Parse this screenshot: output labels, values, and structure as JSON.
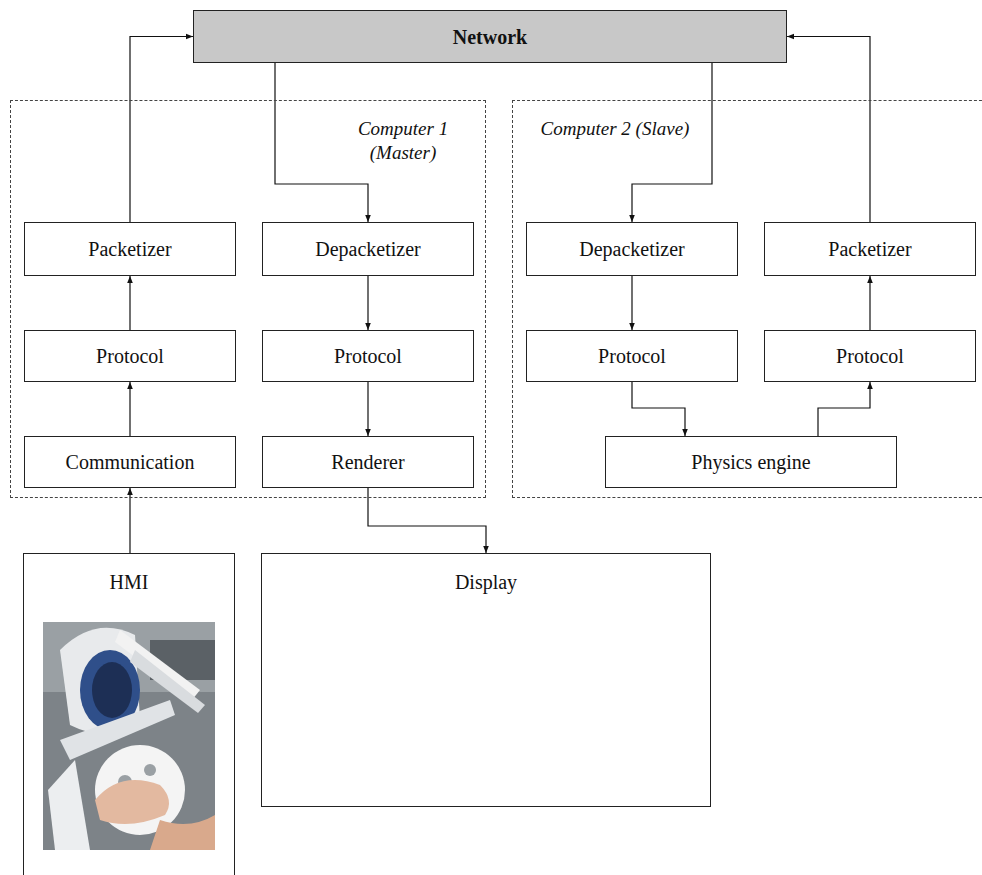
{
  "diagram": {
    "nodes": [
      {
        "text": [
          "Network"
        ]
      },
      {
        "text": [
          "Computer 1 (Master)"
        ]
      },
      {
        "text": [
          "Packetizer"
        ],
        "in": 1
      },
      {
        "text": [
          "Depacketizer"
        ],
        "in": 1
      },
      {
        "text": [
          "Protocol"
        ],
        "in": 1
      },
      {
        "text": [
          "Protocol"
        ],
        "in": 1
      },
      {
        "text": [
          "Communication"
        ],
        "in": 1
      },
      {
        "text": [
          "Renderer"
        ],
        "in": 1
      },
      {
        "text": [
          "Computer 2 (Slave)"
        ]
      },
      {
        "text": [
          "Depacketizer"
        ],
        "in": 8
      },
      {
        "text": [
          "Packetizer"
        ],
        "in": 8
      },
      {
        "text": [
          "Protocol"
        ],
        "in": 8
      },
      {
        "text": [
          "Protocol"
        ],
        "in": 8
      },
      {
        "text": [
          "Physics engine"
        ],
        "in": 8
      },
      {
        "text": [
          "HMI"
        ]
      },
      {
        "text": [
          "Display"
        ]
      }
    ],
    "edges": [
      {
        "from": 14,
        "to": 6,
        "arrow": "to"
      },
      {
        "from": 6,
        "to": 4,
        "arrow": "to"
      },
      {
        "from": 4,
        "to": 2,
        "arrow": "to"
      },
      {
        "from": 2,
        "to": 0,
        "arrow": "to"
      },
      {
        "from": 0,
        "to": 3,
        "arrow": "to"
      },
      {
        "from": 3,
        "to": 5,
        "arrow": "to"
      },
      {
        "from": 5,
        "to": 7,
        "arrow": "to"
      },
      {
        "from": 7,
        "to": 15,
        "arrow": "to"
      },
      {
        "from": 0,
        "to": 9,
        "arrow": "to"
      },
      {
        "from": 9,
        "to": 11,
        "arrow": "to"
      },
      {
        "from": 11,
        "to": 13,
        "arrow": "to"
      },
      {
        "from": 13,
        "to": 12,
        "arrow": "to"
      },
      {
        "from": 12,
        "to": 10,
        "arrow": "to"
      },
      {
        "from": 10,
        "to": 0,
        "arrow": "to"
      }
    ]
  }
}
